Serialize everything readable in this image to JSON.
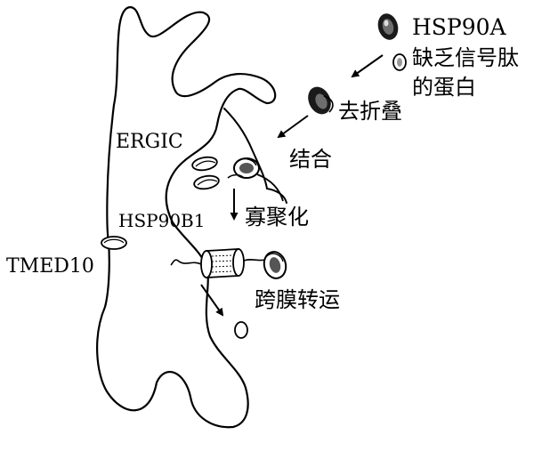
{
  "labels": {
    "hsp90a": "HSP90A",
    "lacks_signal_1": "缺乏信号肽",
    "lacks_signal_2": "的蛋白",
    "unfolding": "去折叠",
    "binding": "结合",
    "ergic": "ERGIC",
    "oligomerization": "寡聚化",
    "hsp90b1": "HSP90B1",
    "tmed10": "TMED10",
    "translocation": "跨膜转运"
  },
  "colors": {
    "line": "#000000",
    "fill": "#ffffff",
    "protein_dark": "#1a1a1a",
    "protein_mid": "#6e6e6e"
  }
}
